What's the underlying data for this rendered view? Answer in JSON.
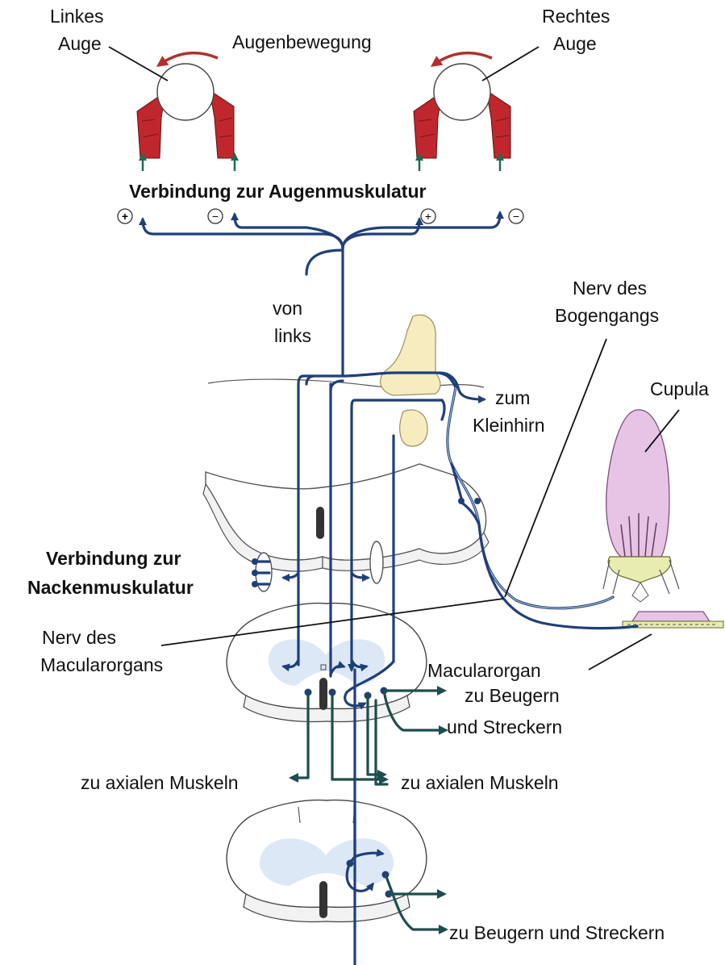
{
  "labels": {
    "left_eye": [
      "Linkes",
      "Auge"
    ],
    "right_eye": [
      "Rechtes",
      "Auge"
    ],
    "eye_movement": "Augenbewegung",
    "eye_muscle_connection": "Verbindung zur Augenmuskulatur",
    "from_left": [
      "von",
      "links"
    ],
    "semicircular_nerve": [
      "Nerv des",
      "Bogengangs"
    ],
    "to_cerebellum": [
      "zum",
      "Kleinhirn"
    ],
    "cupula": "Cupula",
    "neck_muscle_connection": [
      "Verbindung zur",
      "Nackenmuskulatur"
    ],
    "macular_nerve": [
      "Nerv des",
      "Macularorgans"
    ],
    "macular_organ": "Macularorgan",
    "to_flexors_extensors_upper": [
      "zu Beugern",
      "und Streckern"
    ],
    "to_axial_muscles_left": "zu axialen Muskeln",
    "to_axial_muscles_right": "zu axialen Muskeln",
    "to_flexors_extensors_lower": "zu Beugern und Streckern"
  },
  "signs": {
    "left_outer": "+",
    "left_inner": "−",
    "right_inner": "+",
    "right_outer": "−"
  },
  "colors": {
    "nerve": "#1f3f7a",
    "efferent": "#1d4d4d",
    "muscle": "#c0272d",
    "eye_arrow": "#b0312c",
    "bone": "#f6ecc0",
    "cupula": "#e7c4e6",
    "grey_matter": "#dde8f6",
    "up_arrow": "#1f6b4f"
  }
}
